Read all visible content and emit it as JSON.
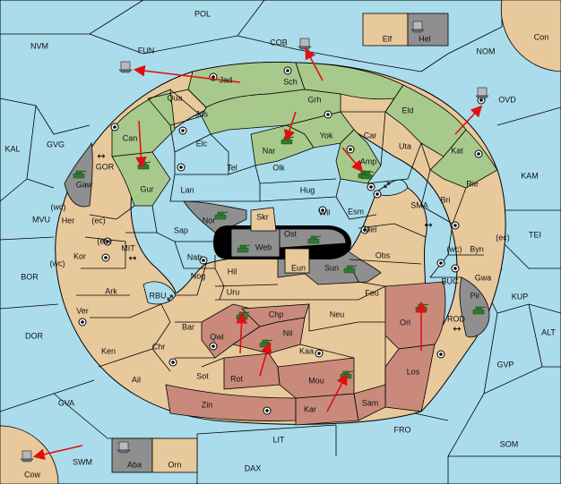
{
  "colors": {
    "sea": "#aadcec",
    "land": "#e8c99b",
    "green": "#a8c98c",
    "red": "#c98a7c",
    "gray": "#8f8f8f",
    "black": "#000000",
    "arrow": "#dd1111",
    "army": "#2f7a2f",
    "fleet": "#5a6f8a"
  },
  "labels": {
    "POL": "POL",
    "NVM": "NVM",
    "FUN": "FUN",
    "COB": "COB",
    "NOM": "NOM",
    "Elf": "Elf",
    "Hel": "Hel",
    "Con": "Con",
    "OVD": "OVD",
    "KAL": "KAL",
    "GVG": "GVG",
    "GOR": "GOR",
    "KAM": "KAM",
    "TEI": "TEI",
    "MVU": "MVU",
    "BOR": "BOR",
    "MIT": "MIT",
    "RBU": "RBU",
    "SMA": "SMA",
    "BUC": "BUC",
    "KUP": "KUP",
    "ROD": "ROD",
    "ALT": "ALT",
    "DOR": "DOR",
    "GVP": "GVP",
    "GVA": "GVA",
    "FRO": "FRO",
    "SOM": "SOM",
    "SWM": "SWM",
    "LIT": "LIT",
    "DAX": "DAX",
    "Cow": "Cow",
    "Aba": "Aba",
    "Orn": "Orn",
    "Jad": "Jad",
    "Sch": "Sch",
    "Qua": "Qua",
    "Jos": "Jos",
    "Grh": "Grh",
    "Eld": "Eld",
    "Can": "Can",
    "Car": "Car",
    "Uta": "Uta",
    "Kat": "Kat",
    "Elc": "Elc",
    "Nar": "Nar",
    "Yok": "Yok",
    "Amp": "Amp",
    "Gaw": "Gaw",
    "Gur": "Gur",
    "Tel": "Tel",
    "Olk": "Olk",
    "Lan": "Lan",
    "Hug": "Hug",
    "Rie": "Rie",
    "Bri": "Bri",
    "Nor": "Nor",
    "Skr": "Skr",
    "Ost": "Ost",
    "Wil": "Wil",
    "Esm": "Esm",
    "Her": "Her",
    "wc1": "(wc)",
    "ec1": "(ec)",
    "Sap": "Sap",
    "Web": "Web",
    "Mel": "Mel",
    "Byn": "Byn",
    "wc2": "(wc)",
    "ec2": "(ec)",
    "ec3": "(ec)",
    "Kor": "Kor",
    "wc3": "(wc)",
    "Nab": "Nab",
    "Eun": "Eun",
    "Obs": "Obs",
    "Gwa": "Gwa",
    "Hil": "Hil",
    "Sun": "Sun",
    "Nog": "Nog",
    "Ark": "Ark",
    "Pir": "Pir",
    "Uru": "Uru",
    "Feu": "Feu",
    "Ver": "Ver",
    "Chp": "Chp",
    "Neu": "Neu",
    "Orl": "Orl",
    "Bar": "Bar",
    "Qwi": "Qwi",
    "Nil": "Nil",
    "Ken": "Ken",
    "Chr": "Chr",
    "Kaa": "Kaa",
    "Rot": "Rot",
    "Sot": "Sot",
    "Mou": "Mou",
    "Los": "Los",
    "Ail": "Ail",
    "Zin": "Zin",
    "Kar": "Kar",
    "Sam": "Sam"
  }
}
